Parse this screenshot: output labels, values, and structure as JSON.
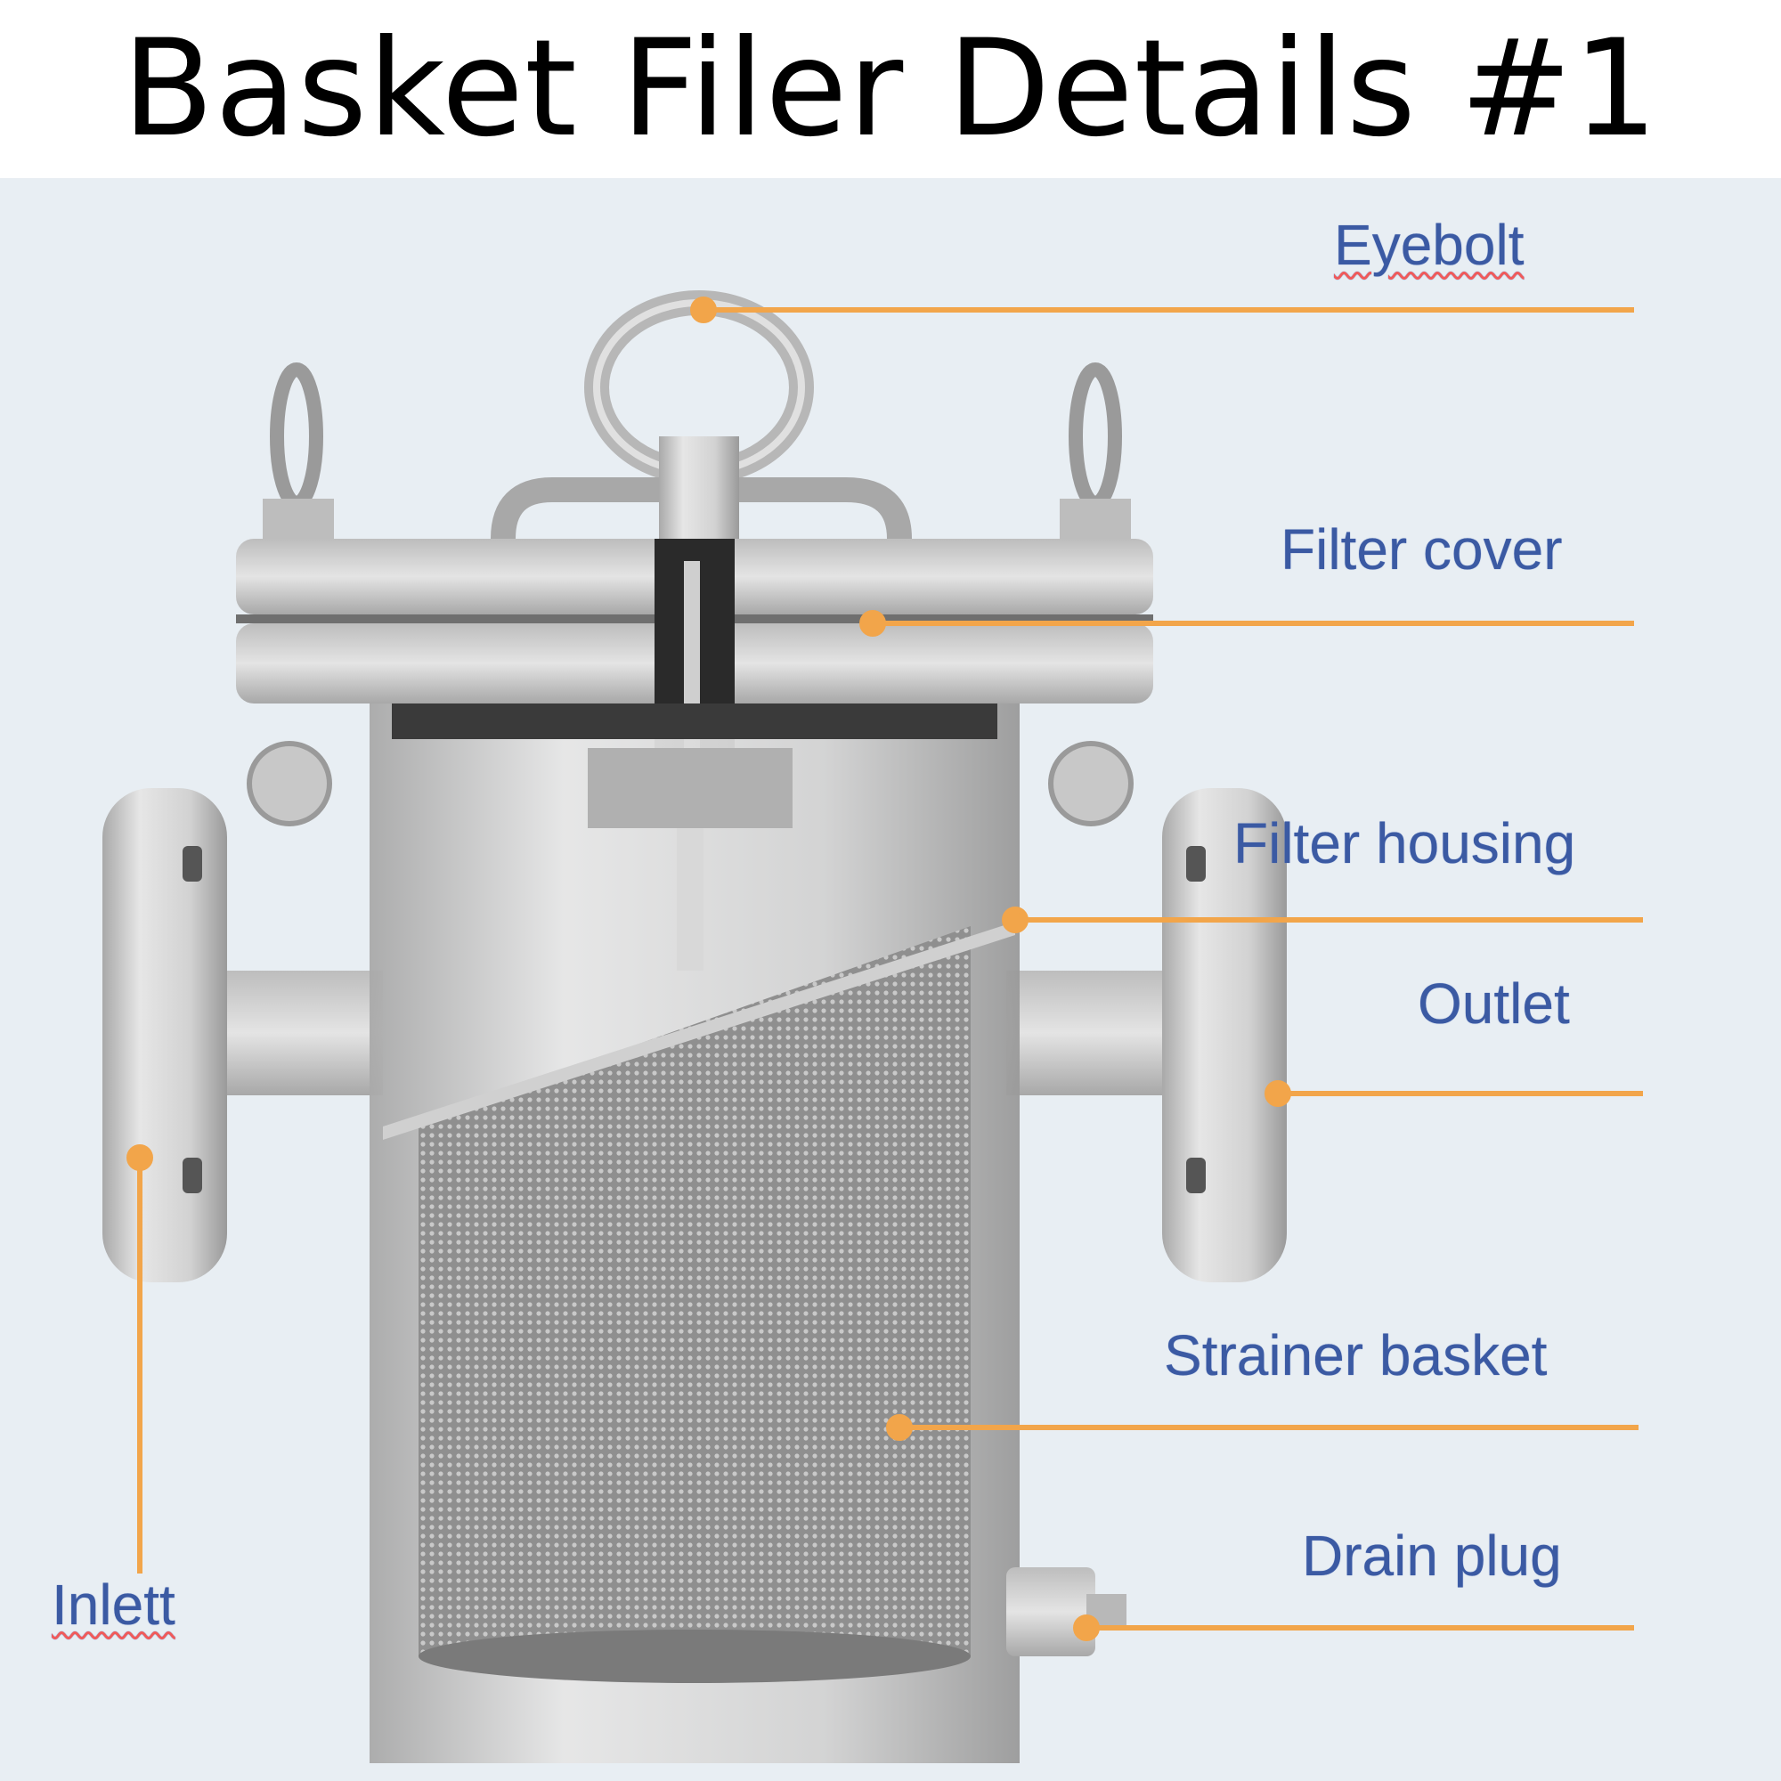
{
  "title": "Basket Filer Details #1",
  "colors": {
    "background": "#e8eef3",
    "leader_line": "#f2a54a",
    "label_text": "#3b5aa3",
    "spellcheck_underline": "#f05a5a",
    "metal_light": "#d9d9d9",
    "metal_dark": "#8c8c8c"
  },
  "diagram": {
    "subject": "Basket filter (strainer) cutaway",
    "labels": [
      {
        "id": "eyebolt",
        "text": "Eyebolt",
        "spellcheck_flag": true
      },
      {
        "id": "filter-cover",
        "text": "Filter cover",
        "spellcheck_flag": false
      },
      {
        "id": "filter-housing",
        "text": "Filter housing",
        "spellcheck_flag": false
      },
      {
        "id": "outlet",
        "text": "Outlet",
        "spellcheck_flag": false
      },
      {
        "id": "strainer-basket",
        "text": "Strainer basket",
        "spellcheck_flag": false
      },
      {
        "id": "drain-plug",
        "text": "Drain plug",
        "spellcheck_flag": false
      },
      {
        "id": "inlet",
        "text": "Inlett",
        "spellcheck_flag": true
      }
    ]
  }
}
